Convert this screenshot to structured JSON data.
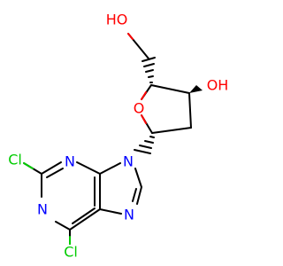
{
  "colors": {
    "bond": "#000000",
    "oxygen": "#ff0000",
    "nitrogen": "#0000ff",
    "chlorine": "#00cc00",
    "background": "#ffffff"
  },
  "atoms": {
    "ho_label": "HO",
    "oh_label": "OH",
    "ring_o": "O",
    "n9": "N",
    "n3": "N",
    "n1": "N",
    "n7": "N",
    "cl2": "Cl",
    "cl6": "Cl"
  }
}
